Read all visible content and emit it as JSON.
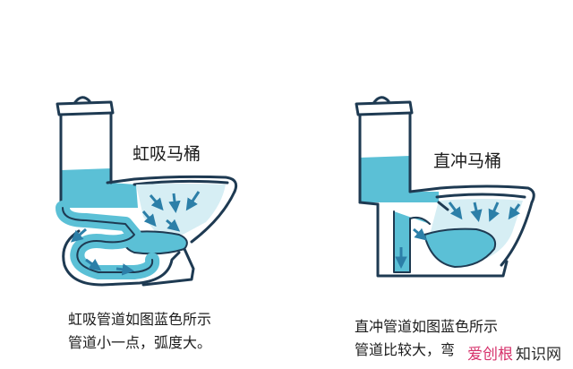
{
  "left": {
    "title": "虹吸马桶",
    "caption_line1": "虹吸管道如图蓝色所示",
    "caption_line2": "管道小一点，弧度大。"
  },
  "right": {
    "title": "直冲马桶",
    "caption_line1": "直冲管道如图蓝色所示",
    "caption_line2": "管道比较大，弯"
  },
  "watermark": {
    "brand": "爱创根",
    "site": "知识网"
  },
  "colors": {
    "water": "#5bc0d6",
    "water_light": "#d6eef4",
    "outline": "#1e3a52",
    "arrow": "#2c7fa8",
    "watermark": "#d6336c"
  }
}
